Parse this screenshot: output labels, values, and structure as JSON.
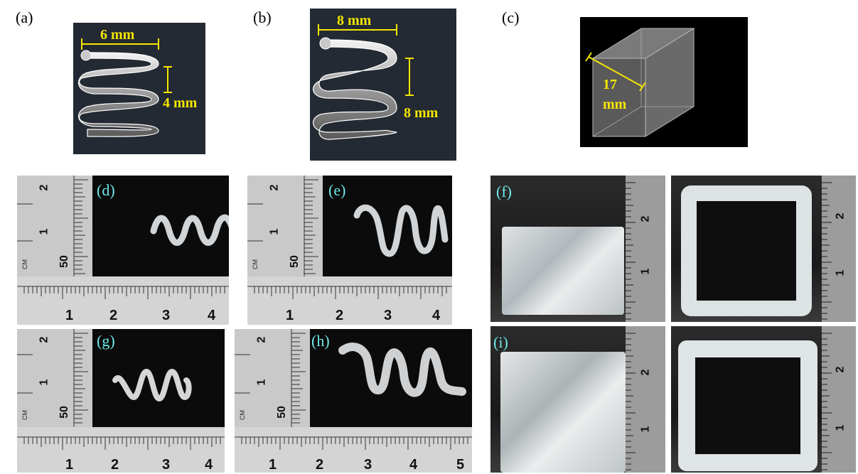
{
  "panels": {
    "a": {
      "label": "(a)",
      "width_label": "6 mm",
      "pitch_label": "4 mm"
    },
    "b": {
      "label": "(b)",
      "width_label": "8 mm",
      "pitch_label": "8 mm"
    },
    "c": {
      "label": "(c)",
      "edge_label_1": "17",
      "edge_label_2": "mm"
    },
    "d": {
      "label": "(d)"
    },
    "e": {
      "label": "(e)"
    },
    "f": {
      "label": "(f)"
    },
    "g": {
      "label": "(g)"
    },
    "h": {
      "label": "(h)"
    },
    "i": {
      "label": "(i)"
    }
  },
  "ruler": {
    "vertical_top": "2",
    "vertical_mid": "1",
    "vertical_low": "50",
    "unit": "CM",
    "horizontal_d": [
      "1",
      "2",
      "3",
      "4"
    ],
    "horizontal_e": [
      "1",
      "2",
      "3",
      "4"
    ],
    "horizontal_g": [
      "1",
      "2",
      "3",
      "4"
    ],
    "horizontal_h": [
      "1",
      "2",
      "3",
      "4",
      "5"
    ],
    "side_top": "2",
    "side_low": "1"
  },
  "colors": {
    "render_bg": "#232a33",
    "annotation": "#f5e600",
    "photo_bg": "#0b0b0b",
    "label_cyan": "#6fe8e8"
  }
}
